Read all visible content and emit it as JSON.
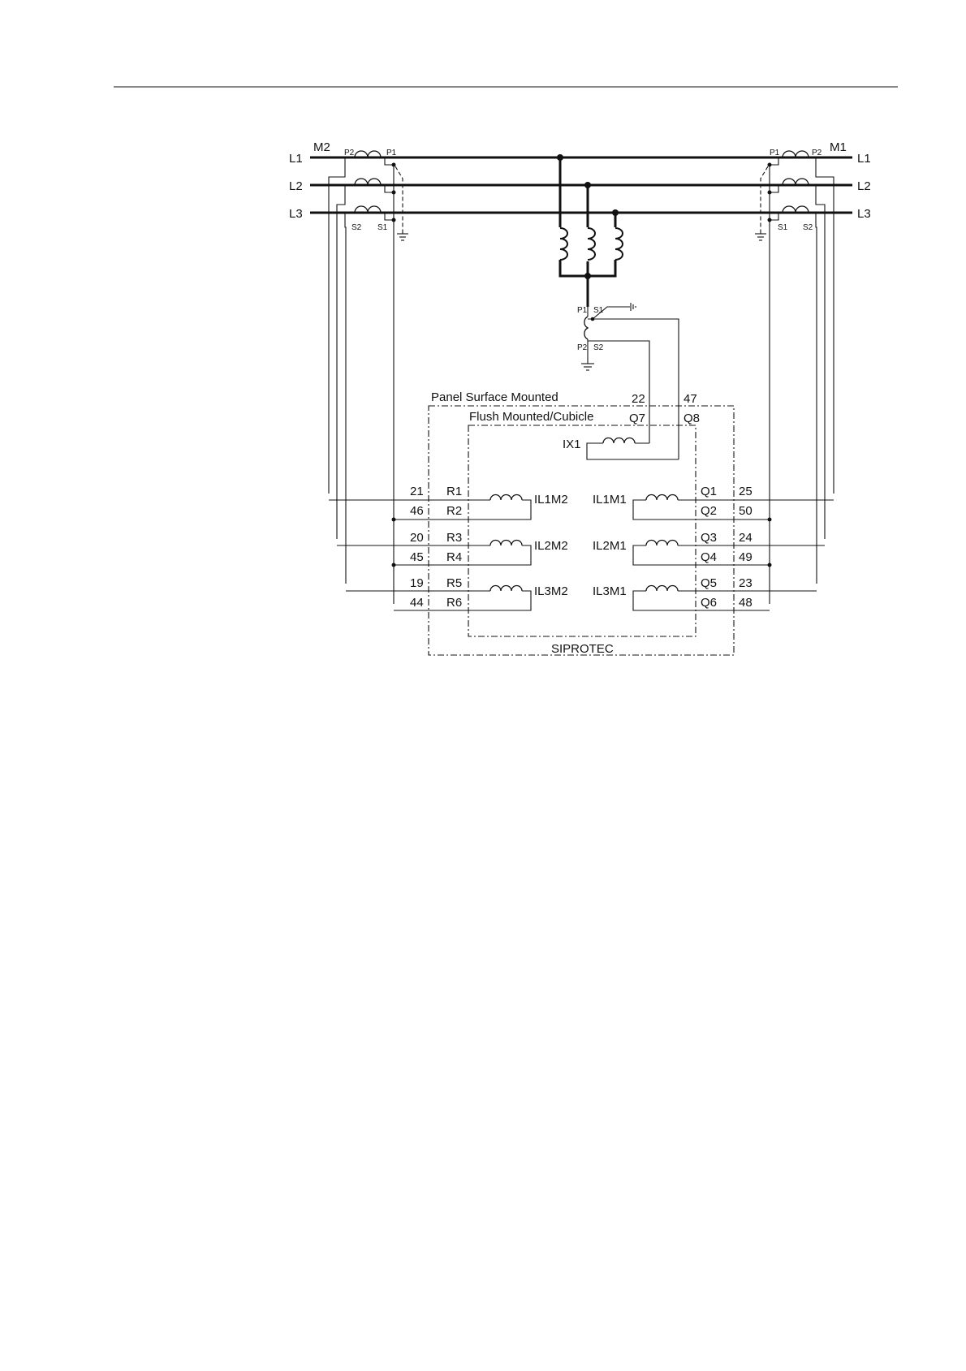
{
  "ct_left": {
    "name": "M2",
    "p2": "P2",
    "p1": "P1",
    "s2": "S2",
    "s1": "S1"
  },
  "ct_right": {
    "name": "M1",
    "p1": "P1",
    "p2": "P2",
    "s1": "S1",
    "s2": "S2"
  },
  "phases": {
    "l1": "L1",
    "l2": "L2",
    "l3": "L3"
  },
  "neutral_ct": {
    "p1": "P1",
    "s1": "S1",
    "p2": "P2",
    "s2": "S2"
  },
  "enclosure": {
    "panel": "Panel Surface Mounted",
    "flush": "Flush Mounted/Cubicle",
    "device": "SIPROTEC"
  },
  "ix1": {
    "name": "IX1",
    "q7": "Q7",
    "q8": "Q8",
    "n22": "22",
    "n47": "47"
  },
  "left_inputs": [
    {
      "a": "21",
      "b": "46",
      "ta": "R1",
      "tb": "R2",
      "name": "IL1M2"
    },
    {
      "a": "20",
      "b": "45",
      "ta": "R3",
      "tb": "R4",
      "name": "IL2M2"
    },
    {
      "a": "19",
      "b": "44",
      "ta": "R5",
      "tb": "R6",
      "name": "IL3M2"
    }
  ],
  "right_inputs": [
    {
      "name": "IL1M1",
      "ta": "Q1",
      "tb": "Q2",
      "a": "25",
      "b": "50"
    },
    {
      "name": "IL2M1",
      "ta": "Q3",
      "tb": "Q4",
      "a": "24",
      "b": "49"
    },
    {
      "name": "IL3M1",
      "ta": "Q5",
      "tb": "Q6",
      "a": "23",
      "b": "48"
    }
  ]
}
